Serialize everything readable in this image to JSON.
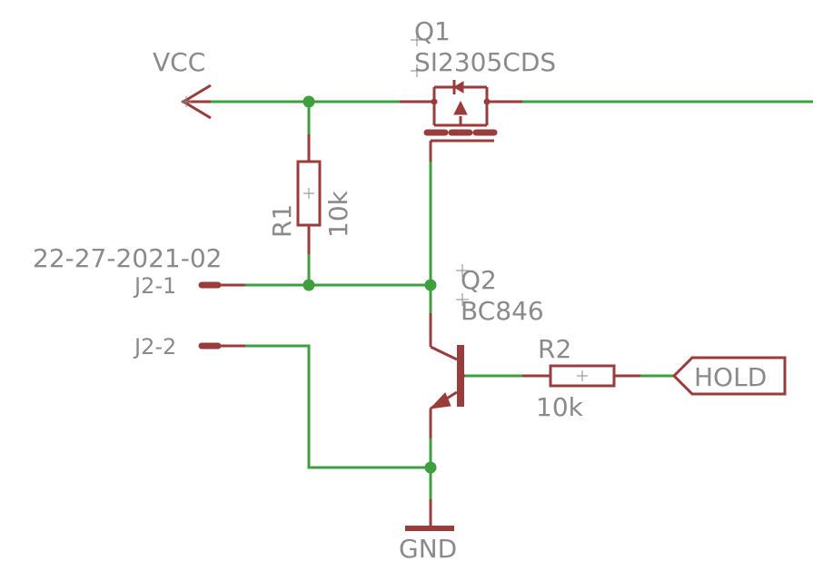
{
  "labels": {
    "vcc": "VCC",
    "gnd": "GND",
    "hold": "HOLD",
    "connector_ref": "22-27-2021-02",
    "pin1": "J2-1",
    "pin2": "J2-2"
  },
  "components": {
    "q1": {
      "name": "Q1",
      "value": "SI2305CDS"
    },
    "q2": {
      "name": "Q2",
      "value": "BC846"
    },
    "r1": {
      "name": "R1",
      "value": "10k"
    },
    "r2": {
      "name": "R2",
      "value": "10k"
    }
  },
  "colors": {
    "wire": "#3f9f3f",
    "symbol": "#9b3c3c",
    "text": "#8a8a8a"
  }
}
